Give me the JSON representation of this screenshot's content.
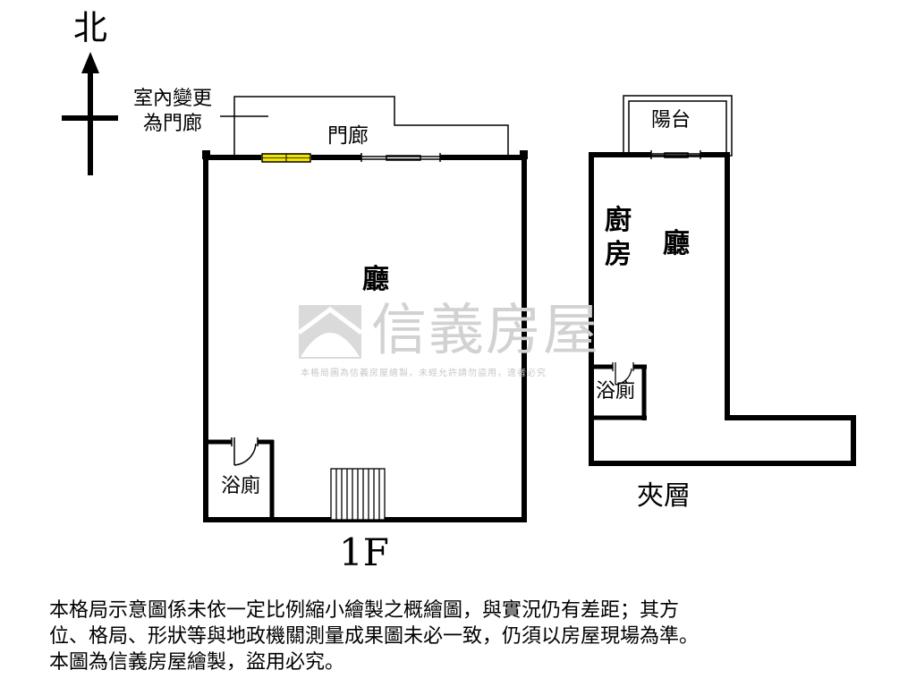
{
  "compass": {
    "label": "北"
  },
  "annotation": {
    "line1": "室內變更",
    "line2": "為門廊"
  },
  "floor1": {
    "porch_label": "門廊",
    "hall_label": "廳",
    "bath_label": "浴廁",
    "floor_label": "1F"
  },
  "mezzanine": {
    "balcony_label": "陽台",
    "kitchen_label": "廚房",
    "hall_label": "廳",
    "bath_label": "浴廁",
    "level_label": "夾層"
  },
  "watermark": {
    "title": "信義房屋",
    "subtitle": "本格局圖為信義房屋繪製，未經允許請勿盜用，違者必究"
  },
  "disclaimer": {
    "line1": "本格局示意圖係未依一定比例縮小繪製之概繪圖，與實況仍有差距；其方",
    "line2": "位、格局、形狀等與地政機關測量成果圖未必一致，仍須以房屋現場為準。",
    "line3": "本圖為信義房屋繪製，盜用必究。"
  },
  "colors": {
    "wall": "#000000",
    "window": "#f2e600",
    "watermark": "#d2d2d2"
  }
}
